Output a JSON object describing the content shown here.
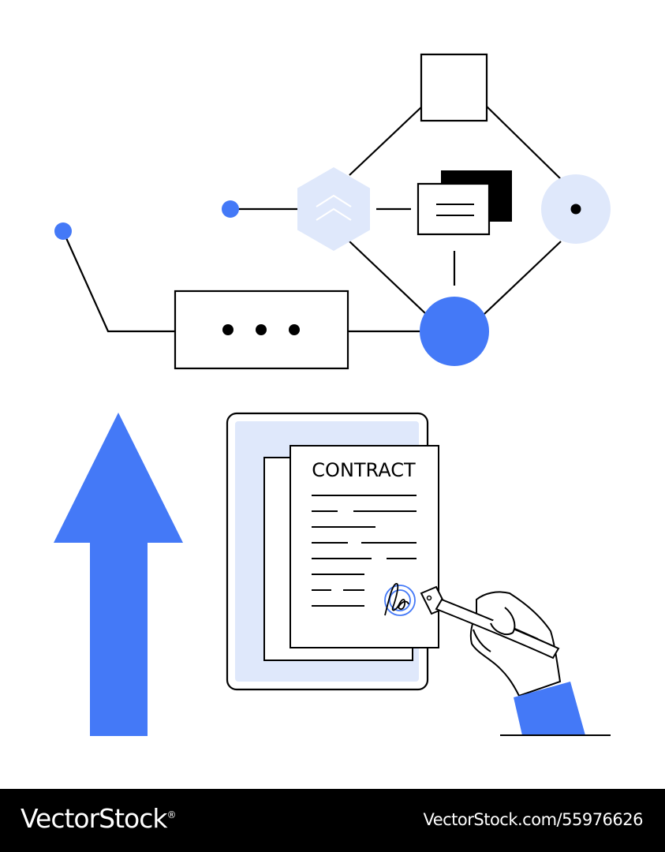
{
  "colors": {
    "accent": "#4479f7",
    "accent_light": "#dfe8fb",
    "stroke": "#000000",
    "background": "#ffffff"
  },
  "document": {
    "title": "CONTRACT"
  },
  "footer": {
    "brand": "VectorStock",
    "registered_mark": "®",
    "credit": "VectorStock.com/55976626"
  },
  "icons": [
    "upload-arrow-icon",
    "chevron-up-icon",
    "fountain-pen-icon",
    "signature-icon",
    "ellipsis-icon",
    "document-icon"
  ]
}
